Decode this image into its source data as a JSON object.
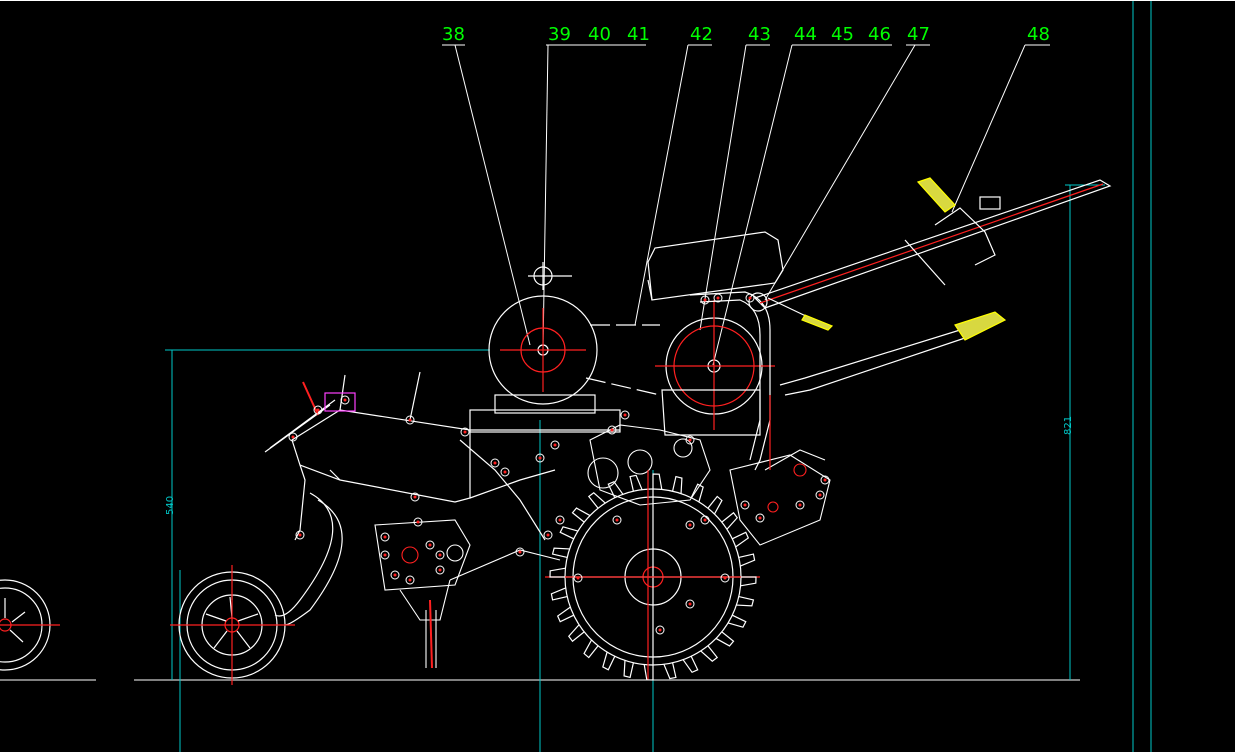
{
  "colors": {
    "background": "#000000",
    "line": "#ffffff",
    "label": "#00ff00",
    "dimension": "#00c8c8",
    "center": "#ff2020",
    "accent": "#ffff00",
    "magenta": "#ff40ff"
  },
  "callouts": [
    {
      "id": "c38",
      "text": "38"
    },
    {
      "id": "c39",
      "text": "39"
    },
    {
      "id": "c40",
      "text": "40"
    },
    {
      "id": "c41",
      "text": "41"
    },
    {
      "id": "c42",
      "text": "42"
    },
    {
      "id": "c43",
      "text": "43"
    },
    {
      "id": "c44",
      "text": "44"
    },
    {
      "id": "c45",
      "text": "45"
    },
    {
      "id": "c46",
      "text": "46"
    },
    {
      "id": "c47",
      "text": "47"
    },
    {
      "id": "c48",
      "text": "48"
    }
  ],
  "dimensions": {
    "left_height": "540",
    "right_height": "821"
  }
}
